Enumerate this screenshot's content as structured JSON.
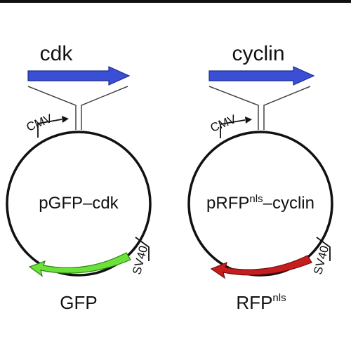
{
  "colors": {
    "cdk_arrow": "#3b4fd6",
    "cyclin_arrow": "#3b4fd6",
    "gfp_arrow": "#6be23a",
    "rfp_arrow": "#c81d1d",
    "ink": "#111111",
    "top_rule": "#111111"
  },
  "left": {
    "gene_label": "cdk",
    "promoter_label": "CMV",
    "plasmid_label": "pGFP–cdk",
    "terminator_label": "SV40",
    "reporter_label": "GFP"
  },
  "right": {
    "gene_label": "cyclin",
    "promoter_label": "CMV",
    "plasmid_label_main": "pRFP",
    "plasmid_label_sup": "nls",
    "plasmid_label_tail": "–cyclin",
    "terminator_label": "SV40",
    "reporter_label_main": "RFP",
    "reporter_label_sup": "nls"
  }
}
